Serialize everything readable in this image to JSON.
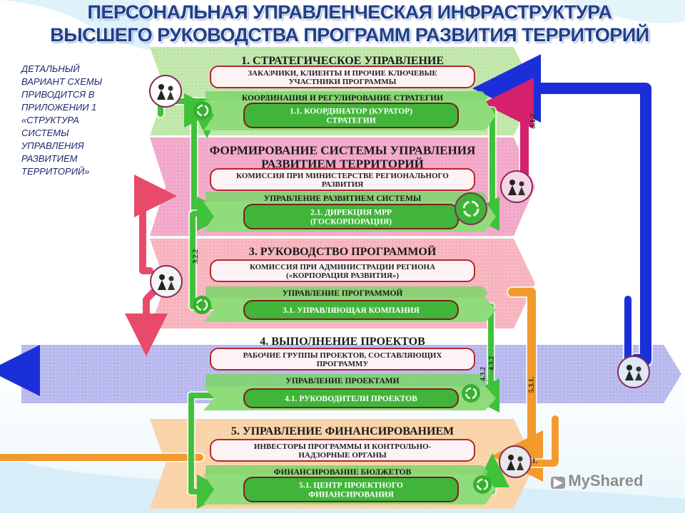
{
  "title": {
    "line1": "ПЕРСОНАЛЬНАЯ УПРАВЛЕНЧЕСКАЯ ИНФРАСТРУКТУРА",
    "line2": "ВЫСШЕГО РУКОВОДСТВА ПРОГРАММ РАЗВИТИЯ ТЕРРИТОРИЙ"
  },
  "note_lines": [
    "ДЕТАЛЬНЫЙ",
    "ВАРИАНТ СХЕМЫ",
    "ПРИВОДИТСЯ В",
    "ПРИЛОЖЕНИИ 1",
    "«СТРУКТУРА",
    "СИСТЕМЫ",
    "УПРАВЛЕНИЯ",
    "РАЗВИТИЕМ",
    "ТЕРРИТОРИЙ»"
  ],
  "levels": [
    {
      "band_color": "#bfe6a8",
      "header": [
        "1. СТРАТЕГИЧЕСКОЕ УПРАВЛЕНИЕ"
      ],
      "actor": [
        "ЗАКАЗЧИКИ, КЛИЕНТЫ И ПРОЧИЕ КЛЮЧЕВЫЕ",
        "УЧАСТНИКИ ПРОГРАММЫ"
      ],
      "mgmt": [
        "КООРДИНАЦИЯ И РЕГУЛИРОВАНИЕ СТРАТЕГИИ"
      ],
      "unit": [
        "1.1. КООРДИНАТОР (КУРАТОР)",
        "СТРАТЕГИИ"
      ]
    },
    {
      "band_color": "#f2a6c8",
      "header": [
        "ФОРМИРОВАНИЕ СИСТЕМЫ УПРАВЛЕНИЯ",
        "РАЗВИТИЕМ ТЕРРИТОРИЙ"
      ],
      "actor": [
        "КОМИССИЯ ПРИ МИНИСТЕРСТВЕ РЕГИОНАЛЬНОГО",
        "РАЗВИТИЯ"
      ],
      "mgmt": [
        "УПРАВЛЕНИЕ РАЗВИТИЕМ СИСТЕМЫ"
      ],
      "unit": [
        "2.1. ДИРЕКЦИЯ МРР",
        "(ГОСКОРПОРАЦИЯ)"
      ]
    },
    {
      "band_color": "#f7b3bd",
      "header": [
        "3. РУКОВОДСТВО ПРОГРАММОЙ"
      ],
      "actor": [
        "КОМИССИЯ ПРИ АДМИНИСТРАЦИИ РЕГИОНА",
        "(«КОРПОРАЦИЯ РАЗВИТИЯ»)"
      ],
      "mgmt": [
        "УПРАВЛЕНИЕ ПРОГРАММОЙ"
      ],
      "unit": [
        "3.1. УПРАВЛЯЮЩАЯ КОМПАНИЯ"
      ]
    },
    {
      "band_color": "#b7b7ee",
      "header": [
        "4. ВЫПОЛНЕНИЕ ПРОЕКТОВ"
      ],
      "actor": [
        "РАБОЧИЕ ГРУППЫ ПРОЕКТОВ, СОСТАВЛЯЮЩИХ",
        "ПРОГРАММУ"
      ],
      "mgmt": [
        "УПРАВЛЕНИЕ ПРОЕКТАМИ"
      ],
      "unit": [
        "4.1. РУКОВОДИТЕЛИ ПРОЕКТОВ"
      ]
    },
    {
      "band_color": "#f9d2a6",
      "header": [
        "5. УПРАВЛЕНИЕ ФИНАНСИРОВАНИЕМ"
      ],
      "actor": [
        "ИНВЕСТОРЫ ПРОГРАММЫ И КОНТРОЛЬНО-",
        "НАДЗОРНЫЕ ОРГАНЫ"
      ],
      "mgmt": [
        "ФИНАНСИРОВАНИЕ БЮДЖЕТОВ"
      ],
      "unit": [
        "5.1. ЦЕНТР ПРОЕКТНОГО",
        "ФИНАНСИРОВАНИЯ"
      ]
    }
  ],
  "flow_labels": [
    "3.1.2",
    "3.2.2",
    "4.3.2",
    "4.3.2",
    "5.3.1.",
    "5.4.1."
  ],
  "icons": [
    "strategy-people-icon",
    "team-gear-icon",
    "globe-people-icon",
    "group-people-icon",
    "finance-chart-icon",
    "recycle-icon"
  ],
  "watermark": "MyShared",
  "colors": {
    "title": "#1f3f8a",
    "unit_fill": "#41b53a",
    "unit_border": "#7a1f1f",
    "actor_border": "#b3262e",
    "green_arrow": "#3fc23a",
    "blue_arrow": "#1b2fd8",
    "pink_arrow": "#d4206d",
    "red_arrow": "#e84a6a",
    "orange_arrow": "#f29a2e"
  }
}
